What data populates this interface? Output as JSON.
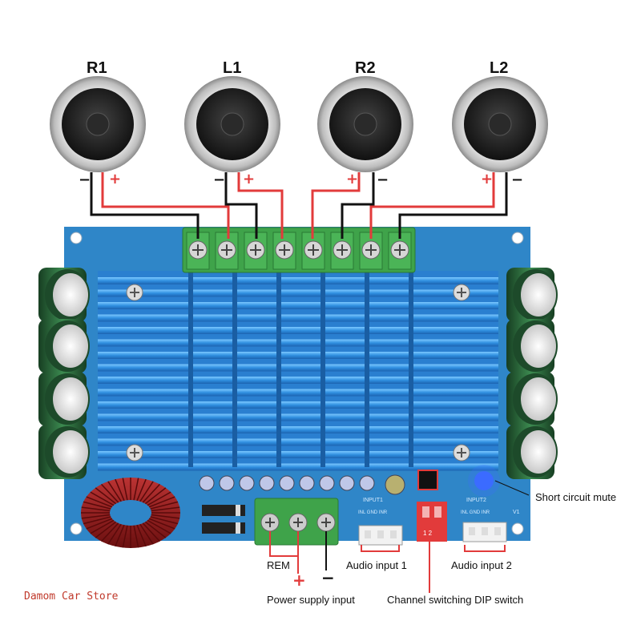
{
  "speakers": [
    {
      "label": "R1"
    },
    {
      "label": "L1"
    },
    {
      "label": "R2"
    },
    {
      "label": "L2"
    }
  ],
  "polarity": {
    "plus": "+",
    "minus": "−"
  },
  "callouts": {
    "short_circuit_mute": "Short circuit mute",
    "rem": "REM",
    "power_supply_input": "Power supply input",
    "audio_input_1": "Audio input 1",
    "audio_input_2": "Audio input 2",
    "channel_switch": "Channel switching DIP switch"
  },
  "board_silkscreen": {
    "input1": "INPUT1",
    "input1_pins": "INL GND INR",
    "input2": "INPUT2",
    "input2_pins": "INL GND INR",
    "dip_numbers": "1 2",
    "v_mark": "V1"
  },
  "watermark": "Damom Car Store",
  "colors": {
    "board_blue": "#2f86c8",
    "heatsink_blue": "#3aa0e6",
    "terminal_green": "#3fa34a",
    "wire_red": "#e23b3b",
    "wire_black": "#111111",
    "capacitor_green": "#2e6b3c",
    "dip_red": "#e23b3b",
    "led_blue": "#3b6bff"
  }
}
